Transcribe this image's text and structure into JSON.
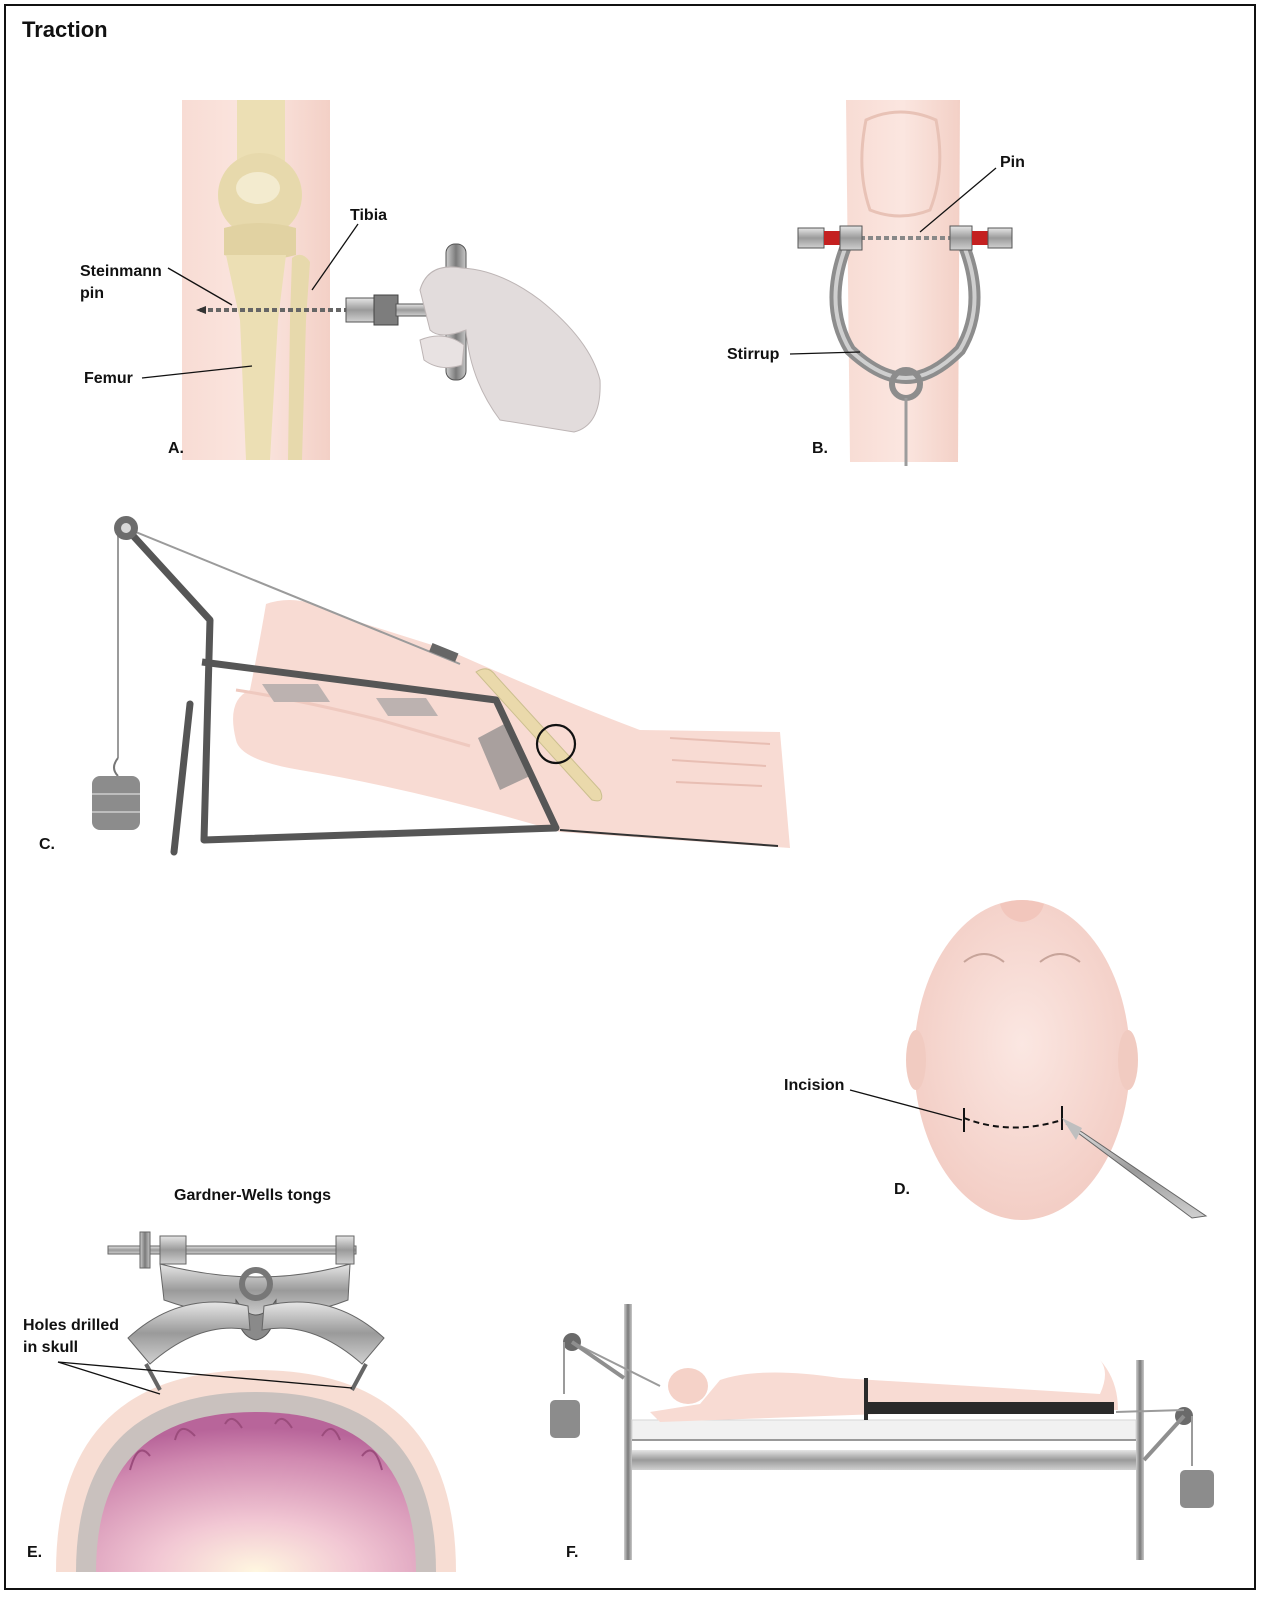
{
  "title": "Traction",
  "panels": {
    "a": {
      "letter": "A.",
      "labels": {
        "tibia": "Tibia",
        "steinmann_1": "Steinmann",
        "steinmann_2": "pin",
        "femur": "Femur"
      }
    },
    "b": {
      "letter": "B.",
      "labels": {
        "pin": "Pin",
        "stirrup": "Stirrup"
      }
    },
    "c": {
      "letter": "C."
    },
    "d": {
      "letter": "D.",
      "labels": {
        "incision": "Incision"
      }
    },
    "e": {
      "letter": "E.",
      "labels": {
        "tongs": "Gardner-Wells tongs",
        "holes_1": "Holes drilled",
        "holes_2": "in skull"
      }
    },
    "f": {
      "letter": "F."
    }
  },
  "colors": {
    "skin": "#f6d8d0",
    "bone": "#ece0b8",
    "metal": "#8c8c8c",
    "frame_dark": "#4a4a4a",
    "pin_red": "#c42020",
    "brain": "#c46a9c"
  }
}
